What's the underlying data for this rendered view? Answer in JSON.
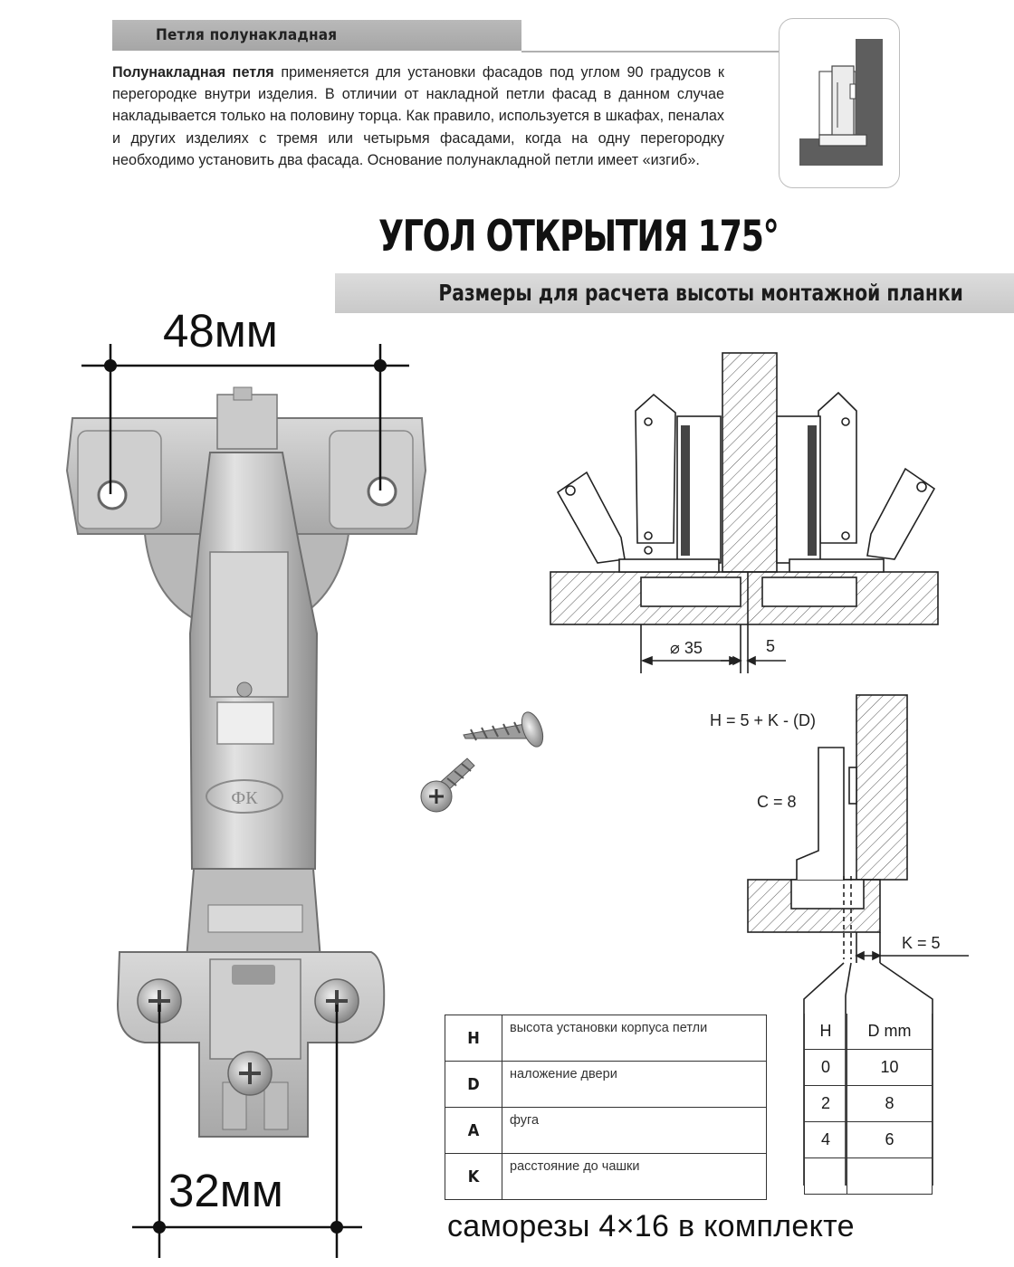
{
  "header": {
    "title": "Петля полунакладная"
  },
  "intro": {
    "lead": "Полунакладная петля",
    "text": "применяется для установки фасадов под углом 90 градусов к перегородке внутри изделия. В отличии от накладной петли фасад в данном случае накладывается только на половину торца. Как правило, используется в шкафах, пеналах и других изделиях с тремя или четырьмя фасадами, когда на одну перегородку необходимо установить два фасада. Основание полунакладной петли имеет «изгиб»."
  },
  "opening_angle": "УГОЛ ОТКРЫТИЯ 175°",
  "section_title": "Размеры для расчета высоты монтажной планки",
  "photo": {
    "top_dimension": "48мм",
    "bottom_dimension": "32мм",
    "logo_text": "ФК"
  },
  "diagram_top": {
    "diameter_label": "⌀ 35",
    "gap_label": "5"
  },
  "diagram_side": {
    "formula": "H = 5 + K - (D)",
    "c_label": "C = 8",
    "k_label": "K = 5"
  },
  "legend": [
    {
      "key": "H",
      "desc": "высота установки корпуса петли"
    },
    {
      "key": "D",
      "desc": "наложение двери"
    },
    {
      "key": "A",
      "desc": "фуга"
    },
    {
      "key": "K",
      "desc": "расстояние до чашки"
    }
  ],
  "hd_table": {
    "headers": [
      "H",
      "D  mm"
    ],
    "rows": [
      [
        "0",
        "10"
      ],
      [
        "2",
        "8"
      ],
      [
        "4",
        "6"
      ],
      [
        "",
        ""
      ]
    ]
  },
  "screws_caption": "саморезы 4×16 в комплекте",
  "colors": {
    "header_gray": "#b0b0b0",
    "sub_bar_gray": "#d4d4d4",
    "metal": "#c8c8c8",
    "wood_hatch": "#444444"
  }
}
